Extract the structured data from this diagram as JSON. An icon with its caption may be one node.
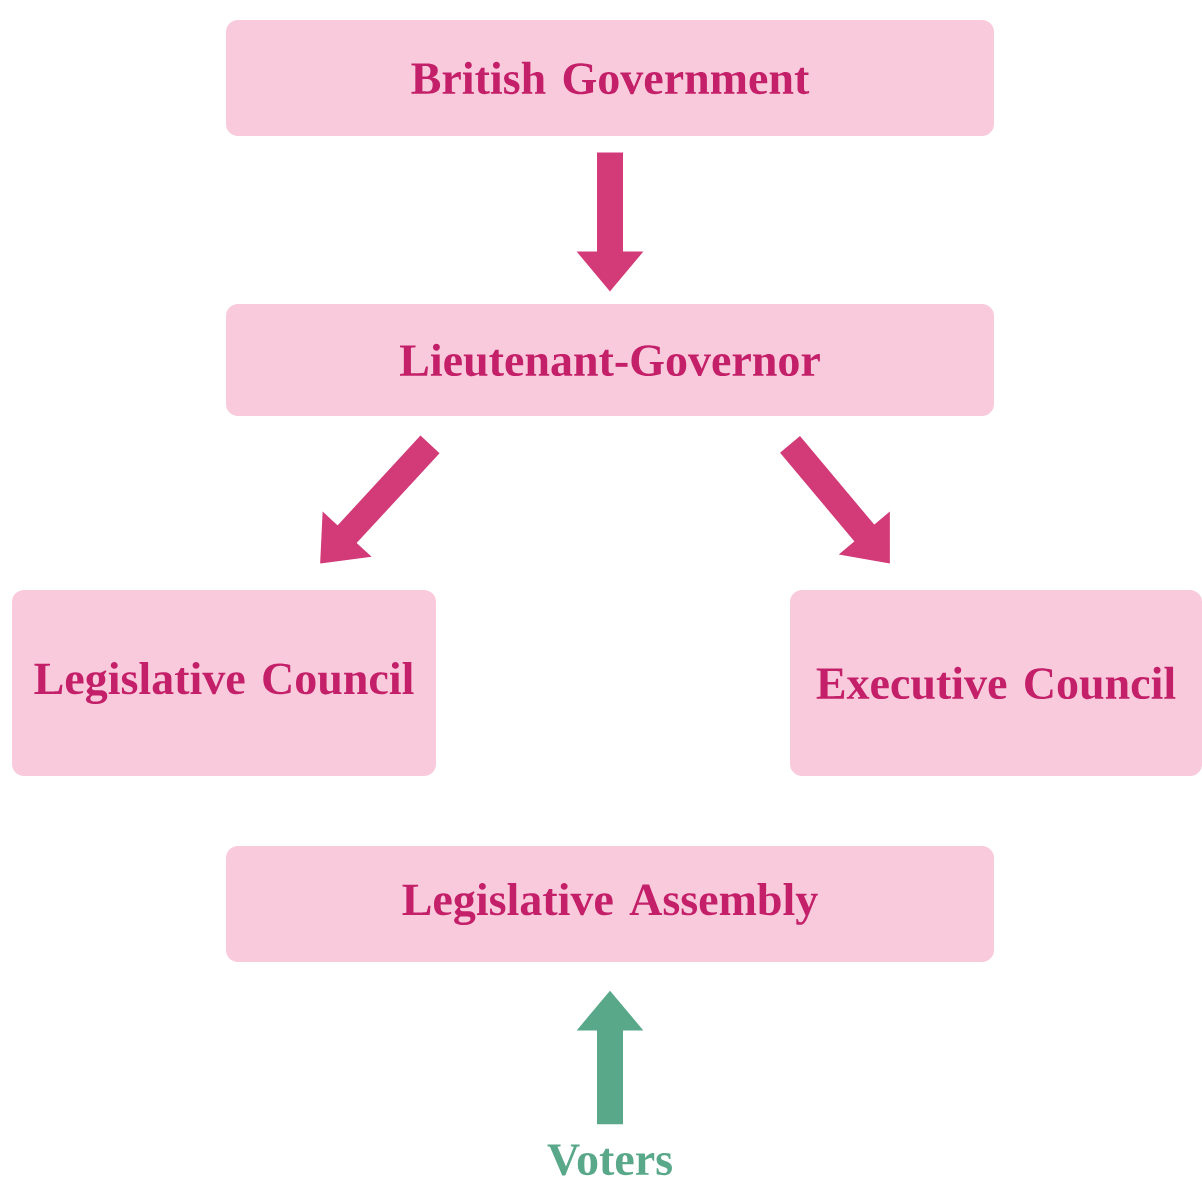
{
  "diagram": {
    "nodes": [
      {
        "text": [
          "British Government"
        ]
      },
      {
        "text": [
          "Lieutenant-Governor"
        ]
      },
      {
        "text": [
          "Legislative Council"
        ]
      },
      {
        "text": [
          "Executive Council"
        ]
      },
      {
        "text": [
          "Legislative Assembly"
        ]
      },
      {
        "text": [
          "Voters"
        ]
      }
    ],
    "edges": [
      {
        "from": 0,
        "to": 1,
        "arrow": "to"
      },
      {
        "from": 1,
        "to": 2,
        "arrow": "to"
      },
      {
        "from": 1,
        "to": 3,
        "arrow": "to"
      },
      {
        "from": 5,
        "to": 4,
        "arrow": "to",
        "color": "#5aa88a"
      }
    ]
  }
}
